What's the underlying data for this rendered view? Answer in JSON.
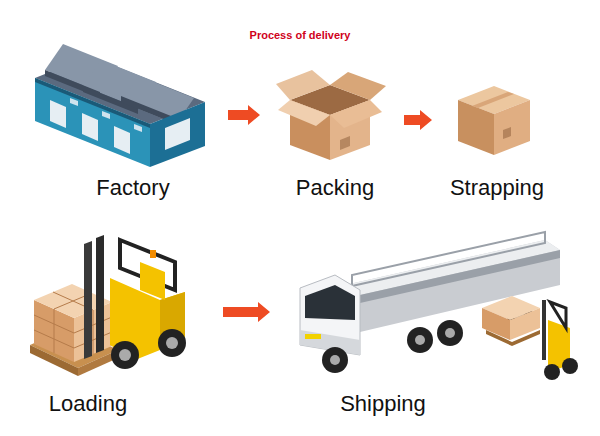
{
  "diagram": {
    "title": "Process of delivery",
    "nodes": [
      {
        "text": [
          "Factory"
        ]
      },
      {
        "text": [
          "Packing"
        ]
      },
      {
        "text": [
          "Strapping"
        ]
      },
      {
        "text": [
          "Loading"
        ]
      },
      {
        "text": [
          "Shipping"
        ]
      }
    ],
    "edges": [
      {
        "from": 0,
        "to": 1,
        "arrow": "to"
      },
      {
        "from": 1,
        "to": 2,
        "arrow": "to"
      },
      {
        "from": 3,
        "to": 4,
        "arrow": "to"
      }
    ]
  }
}
